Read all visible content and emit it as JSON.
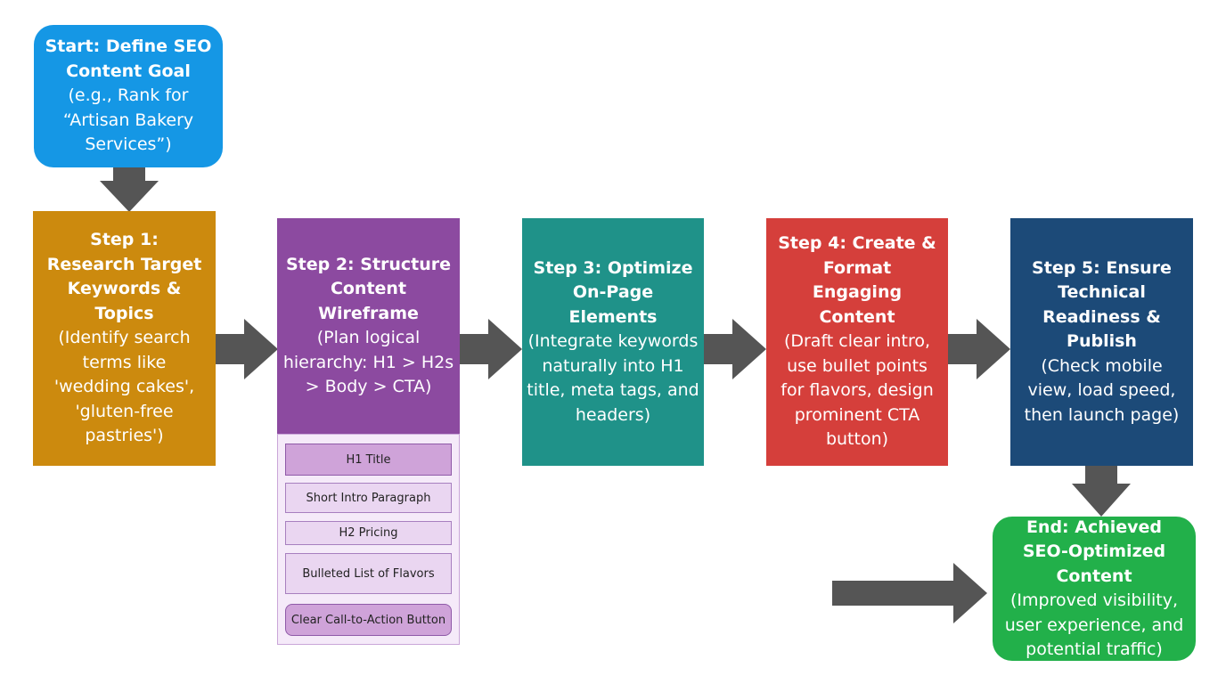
{
  "colors": {
    "start": "#1597e5",
    "step1": "#cc8a0e",
    "step2": "#8c4aa0",
    "step3": "#1f9289",
    "step4": "#d53f3b",
    "step5": "#1c4a78",
    "end": "#22b04a",
    "arrow": "#555555"
  },
  "start": {
    "title": "Start: Define SEO Content Goal",
    "body": "(e.g., Rank for “Artisan Bakery Services”)"
  },
  "steps": [
    {
      "title": "Step 1: Research Target Keywords & Topics",
      "body": "(Identify search terms like 'wedding cakes', 'gluten-free pastries')"
    },
    {
      "title": "Step 2: Structure Content Wireframe",
      "body": "(Plan logical hierarchy: H1 > H2s > Body > CTA)"
    },
    {
      "title": "Step 3: Optimize On-Page Elements",
      "body": "(Integrate keywords naturally into H1 title, meta tags, and headers)"
    },
    {
      "title": "Step 4: Create & Format Engaging Content",
      "body": "(Draft clear intro, use bullet points for flavors, design prominent CTA button)"
    },
    {
      "title": "Step 5: Ensure Technical Readiness & Publish",
      "body": "(Check mobile view, load speed, then launch page)"
    }
  ],
  "wireframe": {
    "items": [
      "H1 Title",
      "Short Intro Paragraph",
      "H2 Pricing",
      "Bulleted List of Flavors",
      "Clear Call-to-Action Button"
    ]
  },
  "end": {
    "title": "End: Achieved SEO-Optimized Content",
    "body": "(Improved visibility, user experience, and potential traffic)"
  }
}
